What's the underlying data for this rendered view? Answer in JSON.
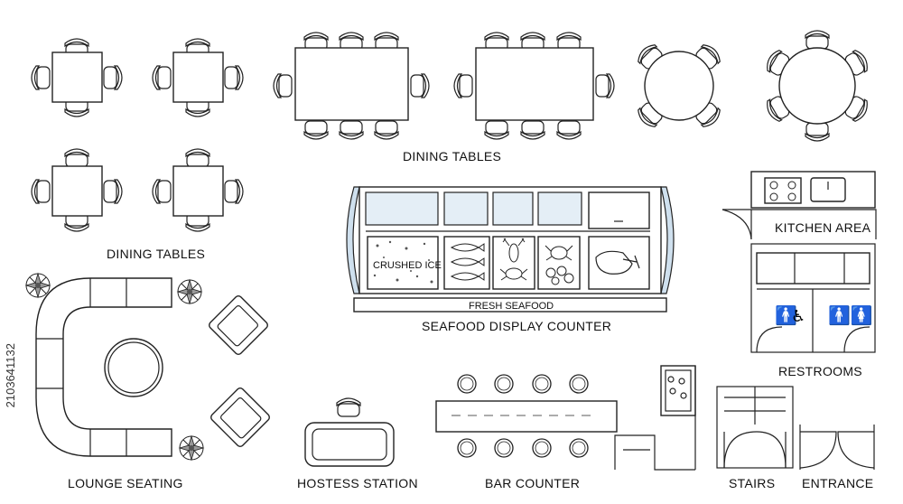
{
  "labels": {
    "dining_tables_top": "DINING TABLES",
    "dining_tables_left": "DINING TABLES",
    "kitchen_area": "KITCHEN AREA",
    "crushed_ice": "CRUSHED ICE",
    "fresh_seafood": "FRESH SEAFOOD",
    "seafood_display_counter": "SEAFOOD DISPLAY COUNTER",
    "restrooms": "RESTROOMS",
    "lounge_seating": "LOUNGE SEATING",
    "hostess_station": "HOSTESS STATION",
    "bar_counter": "BAR COUNTER",
    "stairs": "STAIRS",
    "entrance": "ENTRANCE"
  },
  "watermark": {
    "stock_id": "2103641132"
  },
  "icons": [
    "chair-icon",
    "plant-icon",
    "sink-icon",
    "stove-icon",
    "fish-icon",
    "lobster-icon",
    "crab-icon",
    "shell-icon",
    "meat-icon",
    "men-restroom-icon",
    "women-restroom-icon",
    "accessible-icon",
    "door-swing-icon",
    "bar-stool-icon",
    "lamp-icon"
  ]
}
